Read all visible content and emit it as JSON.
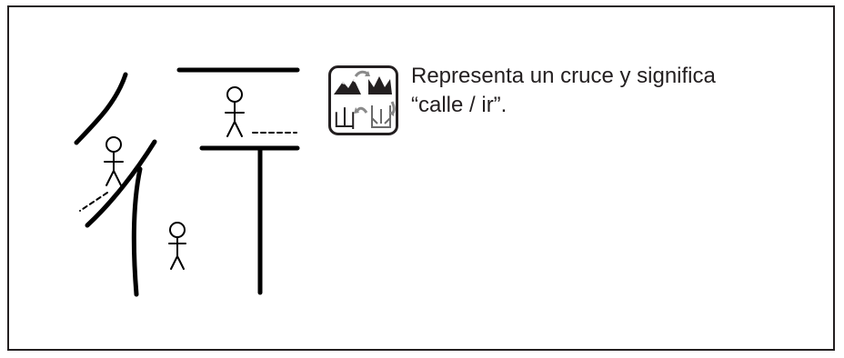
{
  "description": {
    "line1": "Representa un cruce y significa",
    "line2": "“calle / ir”."
  },
  "icon": {
    "name": "character-evolution-icon",
    "glyph": "山",
    "colors": {
      "ink": "#231f20",
      "arrow": "#8a8a8a"
    }
  },
  "drawing": {
    "name": "stick-figures-at-crossroads",
    "colors": {
      "stroke": "#000000"
    }
  },
  "frame": {
    "border_color": "#231f20"
  }
}
